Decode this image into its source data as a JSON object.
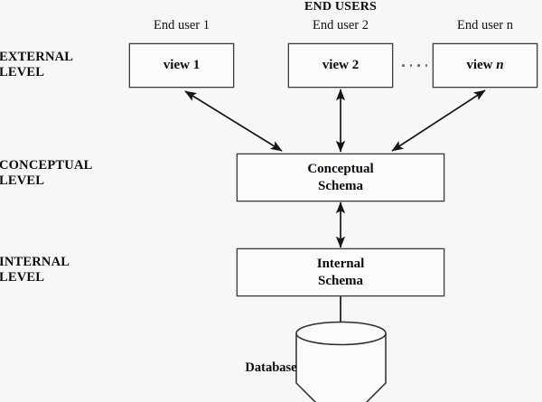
{
  "diagram": {
    "title": "END USERS",
    "levels": [
      {
        "id": "external",
        "label": "EXTERNAL\nLEVEL"
      },
      {
        "id": "conceptual",
        "label": "CONCEPTUAL\nLEVEL"
      },
      {
        "id": "internal",
        "label": "INTERNAL\nLEVEL"
      }
    ],
    "end_users": [
      {
        "caption": "End user 1",
        "box": "view 1"
      },
      {
        "caption": "End user 2",
        "box": "view 2"
      },
      {
        "caption": "End user n",
        "box": "view n"
      }
    ],
    "ellipsis": "· · · ·",
    "schemas": {
      "conceptual": "Conceptual\nSchema",
      "internal": "Internal\nSchema"
    },
    "storage": {
      "label": "Database"
    },
    "colors": {
      "background": "#f7f7f5",
      "box_fill": "#fbfbfa",
      "box_border": "#3b3b3b",
      "line": "#151515",
      "text": "#0a0a0a"
    },
    "connections": [
      {
        "from": "view 1",
        "to": "Conceptual Schema",
        "style": "double-arrow"
      },
      {
        "from": "view 2",
        "to": "Conceptual Schema",
        "style": "double-arrow"
      },
      {
        "from": "view n",
        "to": "Conceptual Schema",
        "style": "double-arrow"
      },
      {
        "from": "Conceptual Schema",
        "to": "Internal Schema",
        "style": "double-arrow"
      },
      {
        "from": "Internal Schema",
        "to": "Database",
        "style": "line"
      }
    ]
  }
}
